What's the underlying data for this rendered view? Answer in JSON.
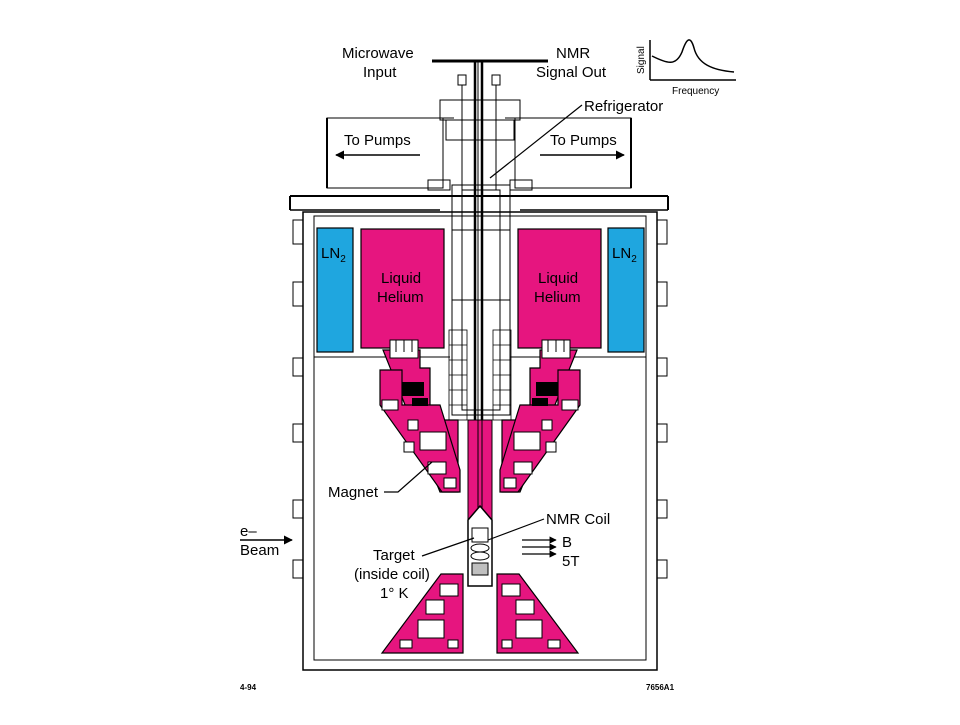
{
  "labels": {
    "microwave_line1": "Microwave",
    "microwave_line2": "Input",
    "nmr_line1": "NMR",
    "nmr_line2": "Signal Out",
    "refrigerator": "Refrigerator",
    "pumps_left": "To Pumps",
    "pumps_right": "To Pumps",
    "ln2_main": "LN",
    "ln2_sub": "2",
    "helium_line1": "Liquid",
    "helium_line2": "Helium",
    "magnet": "Magnet",
    "nmr_coil": "NMR Coil",
    "beam_line1": "e–",
    "beam_line2": "Beam",
    "target_line1": "Target",
    "target_line2": "(inside coil)",
    "target_line3": "1° K",
    "field_b": "B",
    "field_5t": "5T",
    "inset_signal": "Signal",
    "inset_frequency": "Frequency",
    "footer_left": "4-94",
    "footer_right": "7656A1"
  },
  "colors": {
    "helium": "#e6157f",
    "ln2": "#1fa6df",
    "line": "#000000"
  }
}
